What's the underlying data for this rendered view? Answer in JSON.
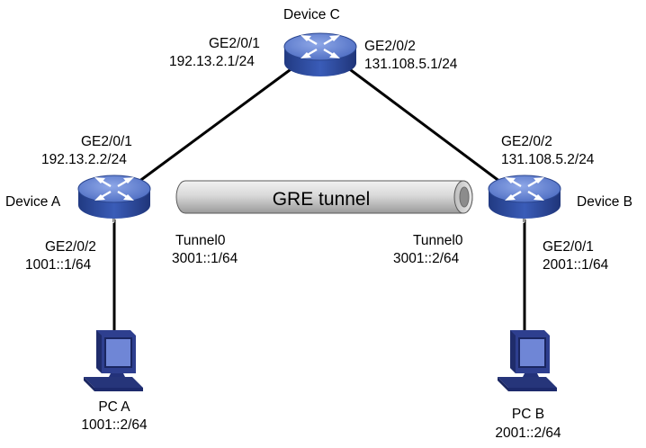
{
  "devices": {
    "device_c": {
      "name": "Device C",
      "badge": "ROUTER"
    },
    "device_a": {
      "name": "Device A",
      "badge": "ROUTER"
    },
    "device_b": {
      "name": "Device B",
      "badge": "ROUTER"
    }
  },
  "interfaces": {
    "c_ge201": {
      "port": "GE2/0/1",
      "address": "192.13.2.1/24"
    },
    "c_ge202": {
      "port": "GE2/0/2",
      "address": "131.108.5.1/24"
    },
    "a_ge201": {
      "port": "GE2/0/1",
      "address": "192.13.2.2/24"
    },
    "b_ge202": {
      "port": "GE2/0/2",
      "address": "131.108.5.2/24"
    },
    "a_ge202": {
      "port": "GE2/0/2",
      "address": "1001::1/64"
    },
    "b_ge201": {
      "port": "GE2/0/1",
      "address": "2001::1/64"
    },
    "a_tunnel": {
      "port": "Tunnel0",
      "address": "3001::1/64"
    },
    "b_tunnel": {
      "port": "Tunnel0",
      "address": "3001::2/64"
    }
  },
  "tunnel": {
    "label": "GRE tunnel"
  },
  "hosts": {
    "pc_a": {
      "name": "PC A",
      "address": "1001::2/64"
    },
    "pc_b": {
      "name": "PC B",
      "address": "2001::2/64"
    }
  },
  "colors": {
    "router_body": "#2f4fa3",
    "router_top": "#5d7ed0",
    "link": "#000000",
    "tunnel_fill": "#d6d6d6",
    "pc_body": "#2e3f8f",
    "pc_screen": "#6f86d6"
  },
  "icons": [
    "router-icon",
    "pc-icon",
    "tunnel-pipe"
  ]
}
